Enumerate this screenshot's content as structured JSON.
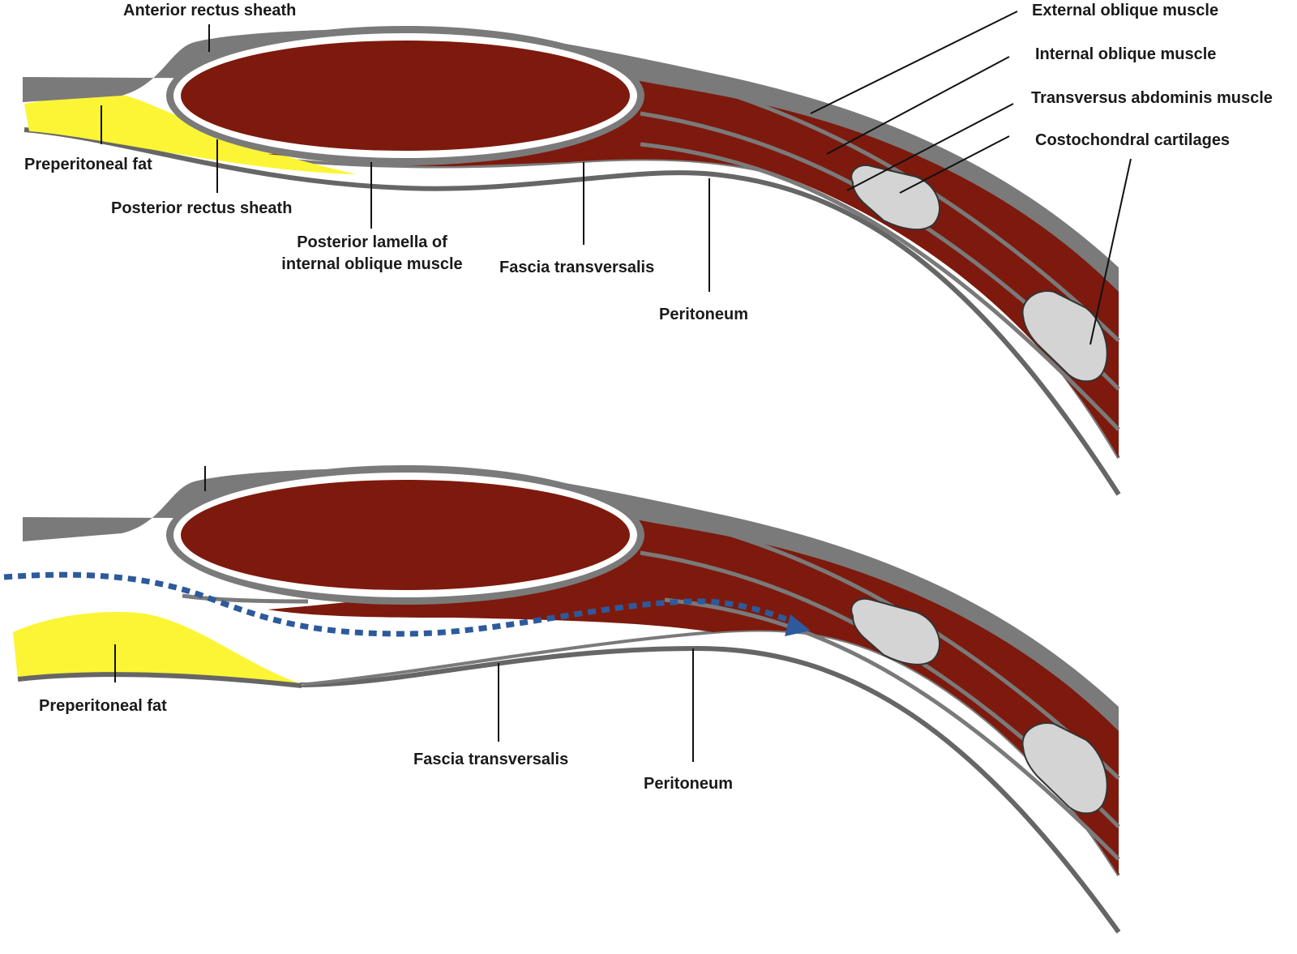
{
  "colors": {
    "muscle": "#7d1a0d",
    "sheath": "#7a7a7a",
    "fat": "#fbf535",
    "cartilage": "#d4d4d4",
    "arrow": "#2c5a9c"
  },
  "top_panel": {
    "labels": {
      "anterior_rectus_sheath": "Anterior rectus sheath",
      "external_oblique": "External oblique muscle",
      "internal_oblique": "Internal oblique muscle",
      "transversus_abdominis": "Transversus abdominis muscle",
      "costochondral": "Costochondral cartilages",
      "preperitoneal_fat": "Preperitoneal fat",
      "posterior_rectus_sheath": "Posterior rectus sheath",
      "posterior_lamella_line1": "Posterior lamella of",
      "posterior_lamella_line2": "internal oblique muscle",
      "fascia_transversalis": "Fascia transversalis",
      "peritoneum": "Peritoneum"
    }
  },
  "bottom_panel": {
    "labels": {
      "preperitoneal_fat": "Preperitoneal fat",
      "fascia_transversalis": "Fascia transversalis",
      "peritoneum": "Peritoneum"
    }
  }
}
